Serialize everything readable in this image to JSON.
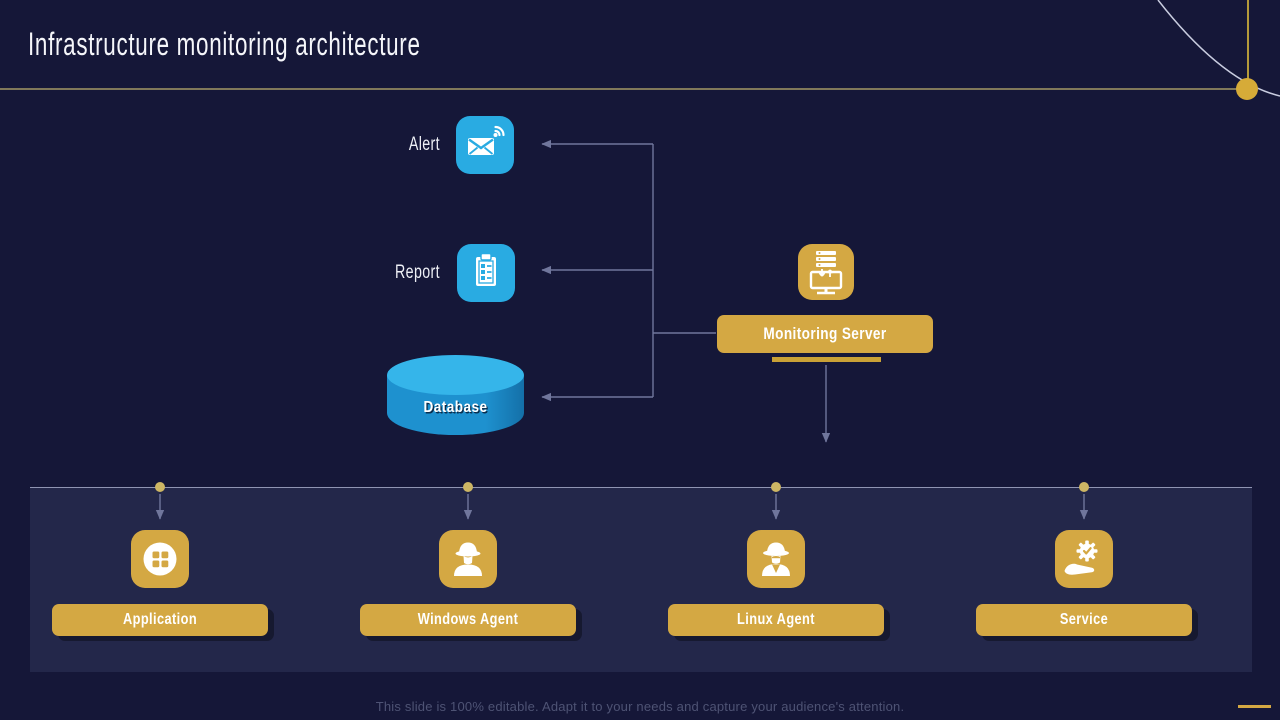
{
  "slide": {
    "title": "Infrastructure monitoring architecture",
    "footer": "This slide is 100% editable. Adapt it to your needs and capture your audience's attention."
  },
  "diagram": {
    "outputs": [
      {
        "label": "Alert",
        "icon": "mail-wireless-icon"
      },
      {
        "label": "Report",
        "icon": "clipboard-checklist-icon"
      }
    ],
    "database": {
      "label": "Database"
    },
    "server": {
      "label": "Monitoring Server",
      "icon": "server-monitor-icon"
    },
    "sources": [
      {
        "label": "Application",
        "icon": "app-grid-icon"
      },
      {
        "label": "Windows Agent",
        "icon": "agent-person-icon"
      },
      {
        "label": "Linux Agent",
        "icon": "spy-person-icon"
      },
      {
        "label": "Service",
        "icon": "hand-gear-icon"
      }
    ]
  },
  "colors": {
    "background": "#151738",
    "panel": "#23274a",
    "accent_gold": "#d4a843",
    "icon_blue": "#29abe2",
    "connector": "#70769c"
  }
}
